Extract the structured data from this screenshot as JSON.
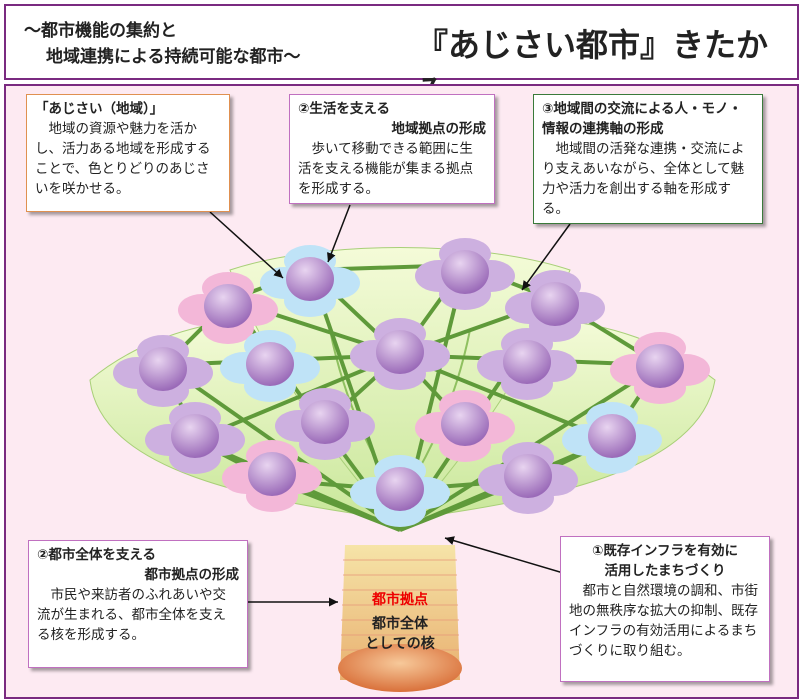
{
  "header": {
    "subtitle_line1": "～都市機能の集約と",
    "subtitle_line2": "地域連携による持続可能な都市～",
    "title": "『あじさい都市』きたかみ"
  },
  "boxes": {
    "ajisai": {
      "head": "「あじさい（地域）」",
      "body": "地域の資源や魅力を活かし、活力ある地域を形成することで、色とりどりのあじさいを咲かせる。"
    },
    "seikatsu": {
      "head1": "②生活を支える",
      "head2": "地域拠点の形成",
      "body": "歩いて移動できる範囲に生活を支える機能が集まる拠点を形成する。"
    },
    "renkei": {
      "head": "③地域間の交流による人・モノ・情報の連携軸の形成",
      "body": "地域間の活発な連携・交流により支えあいながら、全体として魅力や活力を創出する軸を形成する。"
    },
    "toshi": {
      "head1": "②都市全体を支える",
      "head2": "都市拠点の形成",
      "body": "市民や来訪者のふれあいや交流が生まれる、都市全体を支える核を形成する。"
    },
    "infra": {
      "head1": "①既存インフラを有効に",
      "head2": "活用したまちづくり",
      "body": "都市と自然環境の調和、市街地の無秩序な拡大の抑制、既存インフラの有効活用によるまちづくりに取り組む。"
    }
  },
  "core": {
    "label": "都市拠点",
    "line1": "都市全体",
    "line2": "としての核"
  }
}
